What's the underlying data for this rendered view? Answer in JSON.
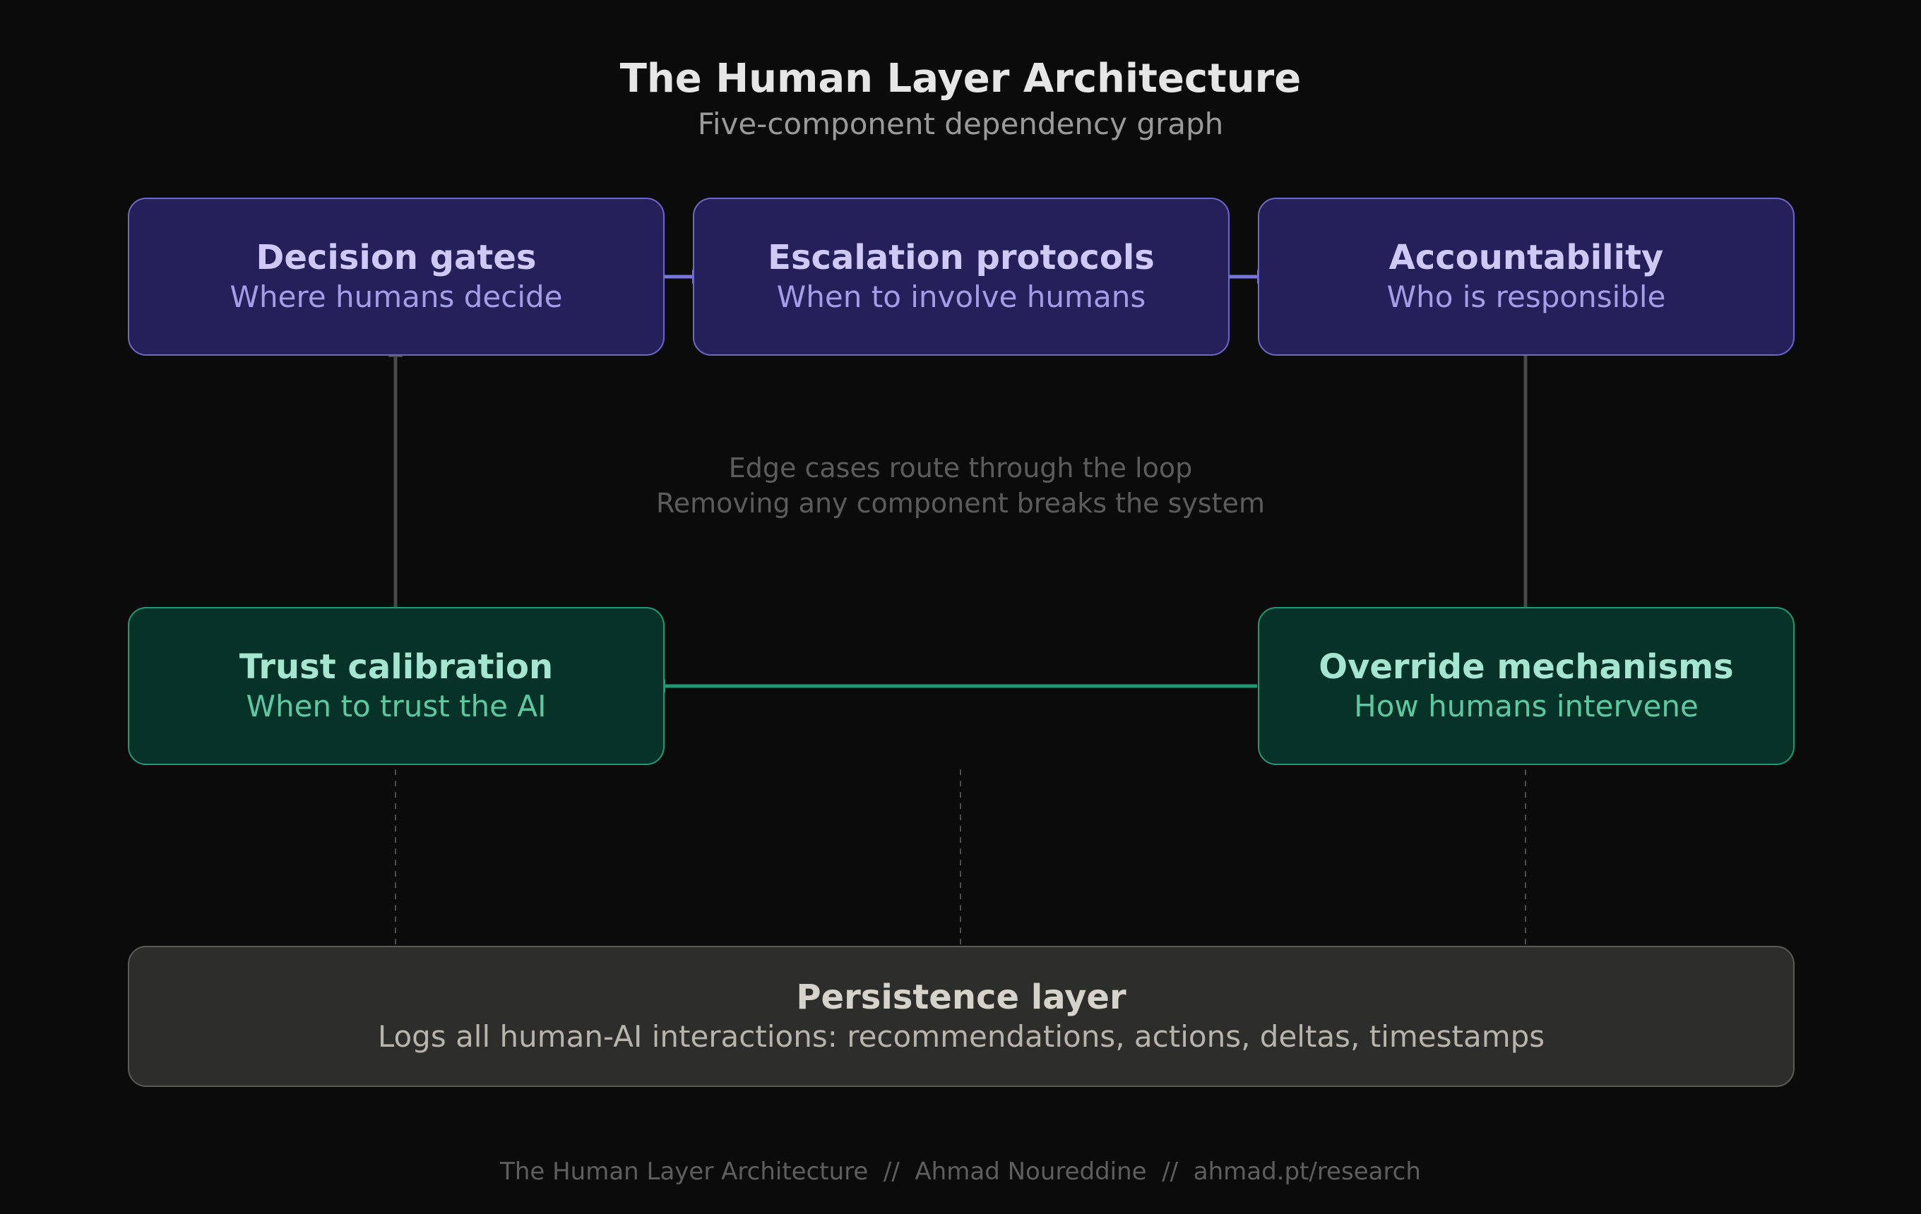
{
  "title": "The Human Layer Architecture",
  "subtitle": "Five-component dependency graph",
  "nodes": {
    "decision_gates": {
      "title": "Decision gates",
      "subtitle": "Where humans decide"
    },
    "escalation_protocols": {
      "title": "Escalation protocols",
      "subtitle": "When to involve humans"
    },
    "accountability": {
      "title": "Accountability",
      "subtitle": "Who is responsible"
    },
    "trust_calibration": {
      "title": "Trust calibration",
      "subtitle": "When to trust the AI"
    },
    "override_mechanisms": {
      "title": "Override mechanisms",
      "subtitle": "How humans intervene"
    },
    "persistence_layer": {
      "title": "Persistence layer",
      "subtitle": "Logs all human-AI interactions: recommendations, actions, deltas, timestamps"
    }
  },
  "notes": {
    "line1": "Edge cases route through the loop",
    "line2": "Removing any component breaks the system"
  },
  "footer": "The Human Layer Architecture  //  Ahmad Noureddine  //  ahmad.pt/research",
  "colors": {
    "background": "#0b0b0b",
    "purple_fill": "#26205a",
    "purple_accent": "#7b74d9",
    "green_fill": "#063228",
    "green_accent": "#1e9a72",
    "gray_fill": "#2d2d2b",
    "gray_edge": "#4a4a4c"
  },
  "edges": [
    {
      "from": "decision_gates",
      "to": "escalation_protocols"
    },
    {
      "from": "escalation_protocols",
      "to": "accountability"
    },
    {
      "from": "accountability",
      "to": "override_mechanisms"
    },
    {
      "from": "override_mechanisms",
      "to": "trust_calibration"
    },
    {
      "from": "trust_calibration",
      "to": "decision_gates"
    },
    {
      "from": "trust_calibration",
      "to": "persistence_layer",
      "style": "dashed"
    },
    {
      "from": "center",
      "to": "persistence_layer",
      "style": "dashed"
    },
    {
      "from": "override_mechanisms",
      "to": "persistence_layer",
      "style": "dashed"
    }
  ]
}
